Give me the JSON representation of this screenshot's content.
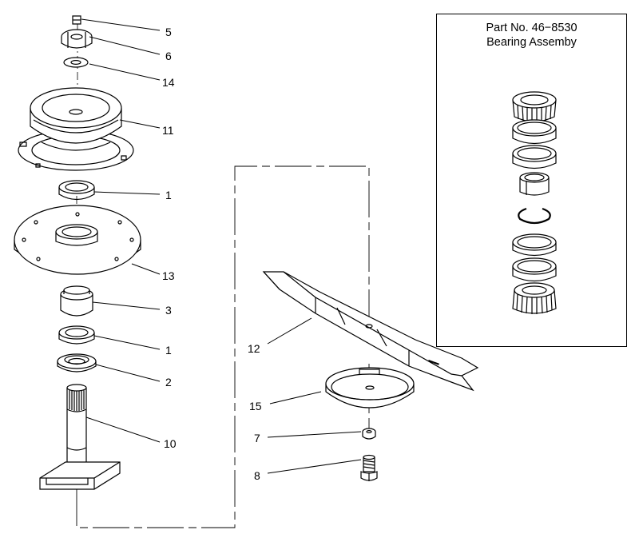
{
  "callouts": {
    "c5": "5",
    "c6": "6",
    "c14": "14",
    "c11": "11",
    "c1a": "1",
    "c13": "13",
    "c3": "3",
    "c1b": "1",
    "c2": "2",
    "c10": "10",
    "c12": "12",
    "c15": "15",
    "c7": "7",
    "c8": "8"
  },
  "inset": {
    "part_no": "Part No. 46−8530",
    "title": "Bearing Assemby"
  },
  "colors": {
    "line": "#000000",
    "background": "#ffffff"
  }
}
